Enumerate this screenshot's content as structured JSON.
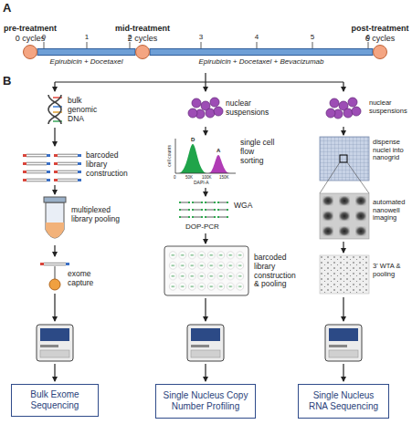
{
  "diagram": {
    "nodes": [
      {
        "text": [
          "pre-treatment",
          "0 cycles"
        ]
      },
      {
        "text": [
          "mid-treatment",
          "2 cycles"
        ]
      },
      {
        "text": [
          "post-treatment",
          "6 cycles"
        ]
      },
      {
        "text": [
          "Bulk Exome Sequencing"
        ]
      },
      {
        "text": [
          "Single Nucleus Copy Number Profiling"
        ]
      },
      {
        "text": [
          "Single Nucleus RNA Sequencing"
        ]
      }
    ],
    "edges": [
      {
        "from": 0,
        "to": 1,
        "arrow": "none",
        "label": "Epirubicin + Docetaxel"
      },
      {
        "from": 1,
        "to": 2,
        "arrow": "none",
        "label": "Epirubicin + Docetaxel + Bevacizumab"
      }
    ],
    "labels": [
      "A",
      "0",
      "1",
      "2",
      "3",
      "4",
      "5",
      "6",
      "B",
      "bulk genomic DNA",
      "nuclear suspensions",
      "nuclear suspensions",
      "barcoded library construction",
      "single cell flow sorting",
      "cell counts",
      "D",
      "A",
      "0",
      "50K",
      "100K",
      "150K",
      "DAPI-A",
      "dispense nuclei into nanogrid",
      "multiplexed library pooling",
      "WGA",
      "DOP-PCR",
      "automated nanowell imaging",
      "exome capture",
      "barcoded library construction & pooling",
      "3' WTA & pooling"
    ]
  }
}
